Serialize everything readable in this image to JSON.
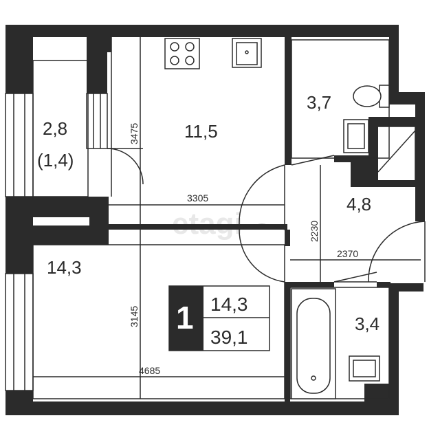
{
  "rooms": {
    "balcony_area": "2,8",
    "balcony_reduced": "(1,4)",
    "kitchen": "11,5",
    "toilet": "3,7",
    "hall": "4,8",
    "bedroom": "14,3",
    "bathroom": "3,4"
  },
  "dimensions": {
    "kitchen_depth": "3475",
    "kitchen_width": "3305",
    "hall_depth": "2230",
    "hall_width": "2370",
    "bedroom_depth": "3145",
    "bedroom_width": "4685"
  },
  "badge": {
    "rooms": "1",
    "living_area": "14,3",
    "total_area": "39,1"
  },
  "watermark": "etagi"
}
